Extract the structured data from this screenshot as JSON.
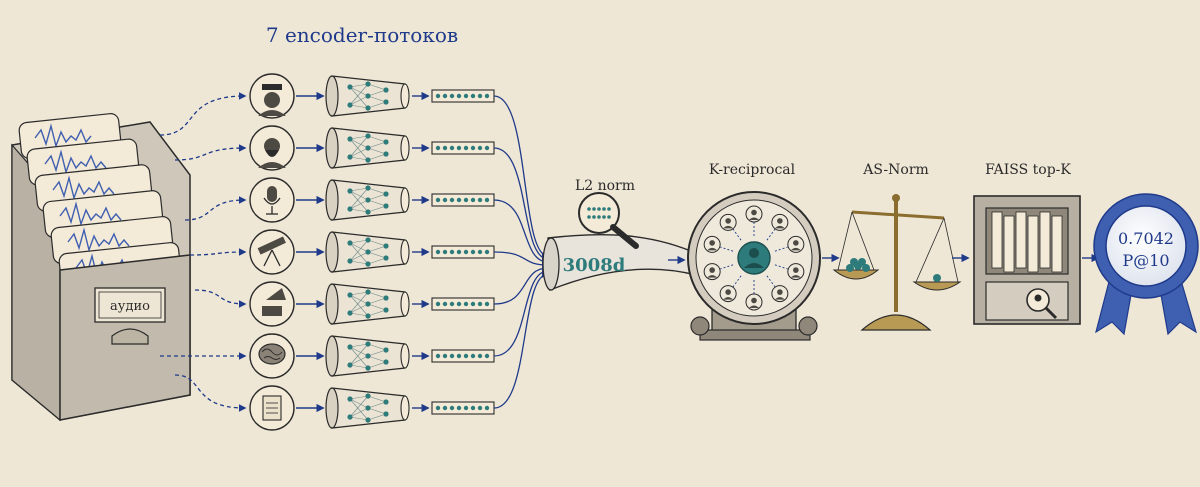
{
  "title": "7 encoder-потоков",
  "source_label": "аудио",
  "streams": [
    {
      "icon": "man-with-cap-icon"
    },
    {
      "icon": "bearded-man-icon"
    },
    {
      "icon": "microphone-icon"
    },
    {
      "icon": "telescope-icon"
    },
    {
      "icon": "gramophone-icon"
    },
    {
      "icon": "brain-icon"
    },
    {
      "icon": "scroll-icon"
    }
  ],
  "stages": {
    "l2_norm": "L2 norm",
    "concat_dim": "3008d",
    "k_reciprocal": "K-reciprocal",
    "as_norm": "AS-Norm",
    "faiss": "FAISS top-K"
  },
  "result": {
    "score": "0.7042",
    "metric": "P@10"
  },
  "colors": {
    "background": "#efe7d6",
    "ink": "#2b2b2b",
    "arrow": "#1f3a8a",
    "teal": "#2e7b7b",
    "paper": "#f3ead8"
  }
}
